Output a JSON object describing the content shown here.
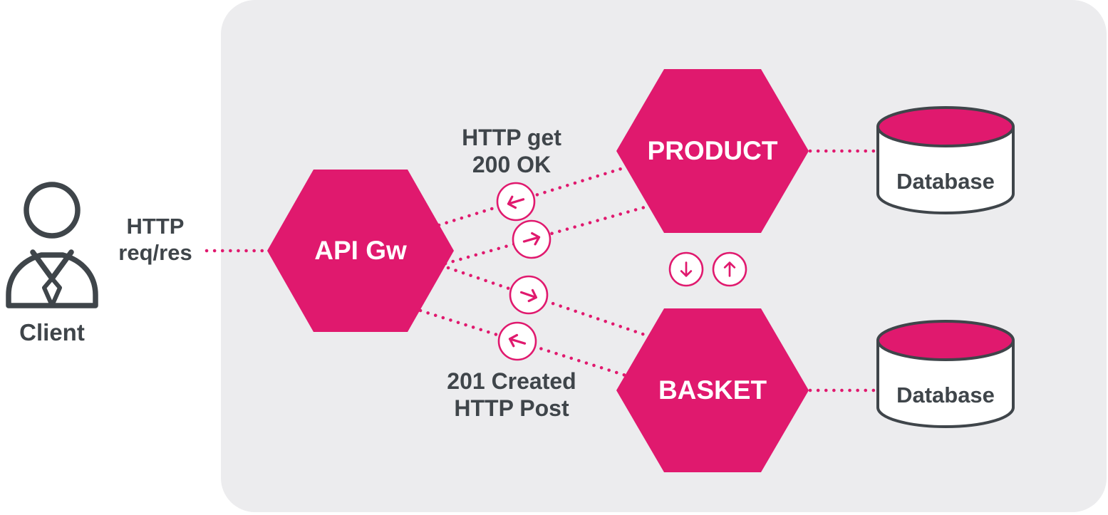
{
  "colors": {
    "accent": "#e0196e",
    "panel": "#ececee",
    "ink": "#3f454a"
  },
  "client": {
    "label": "Client",
    "connection_label_line1": "HTTP",
    "connection_label_line2": "req/res"
  },
  "gateway": {
    "label": "API Gw"
  },
  "product": {
    "label": "PRODUCT",
    "database_label": "Database",
    "flow_label_line1": "HTTP get",
    "flow_label_line2": "200 OK"
  },
  "basket": {
    "label": "BASKET",
    "database_label": "Database",
    "flow_label_line1": "201 Created",
    "flow_label_line2": "HTTP Post"
  },
  "icons": {
    "client": "person-icon",
    "product_response": "arrow-left-circle-icon",
    "product_request": "arrow-right-circle-icon",
    "basket_request": "arrow-right-circle-icon",
    "basket_response": "arrow-left-circle-icon",
    "sync_down": "arrow-down-circle-icon",
    "sync_up": "arrow-up-circle-icon",
    "product_database": "database-icon",
    "basket_database": "database-icon"
  }
}
